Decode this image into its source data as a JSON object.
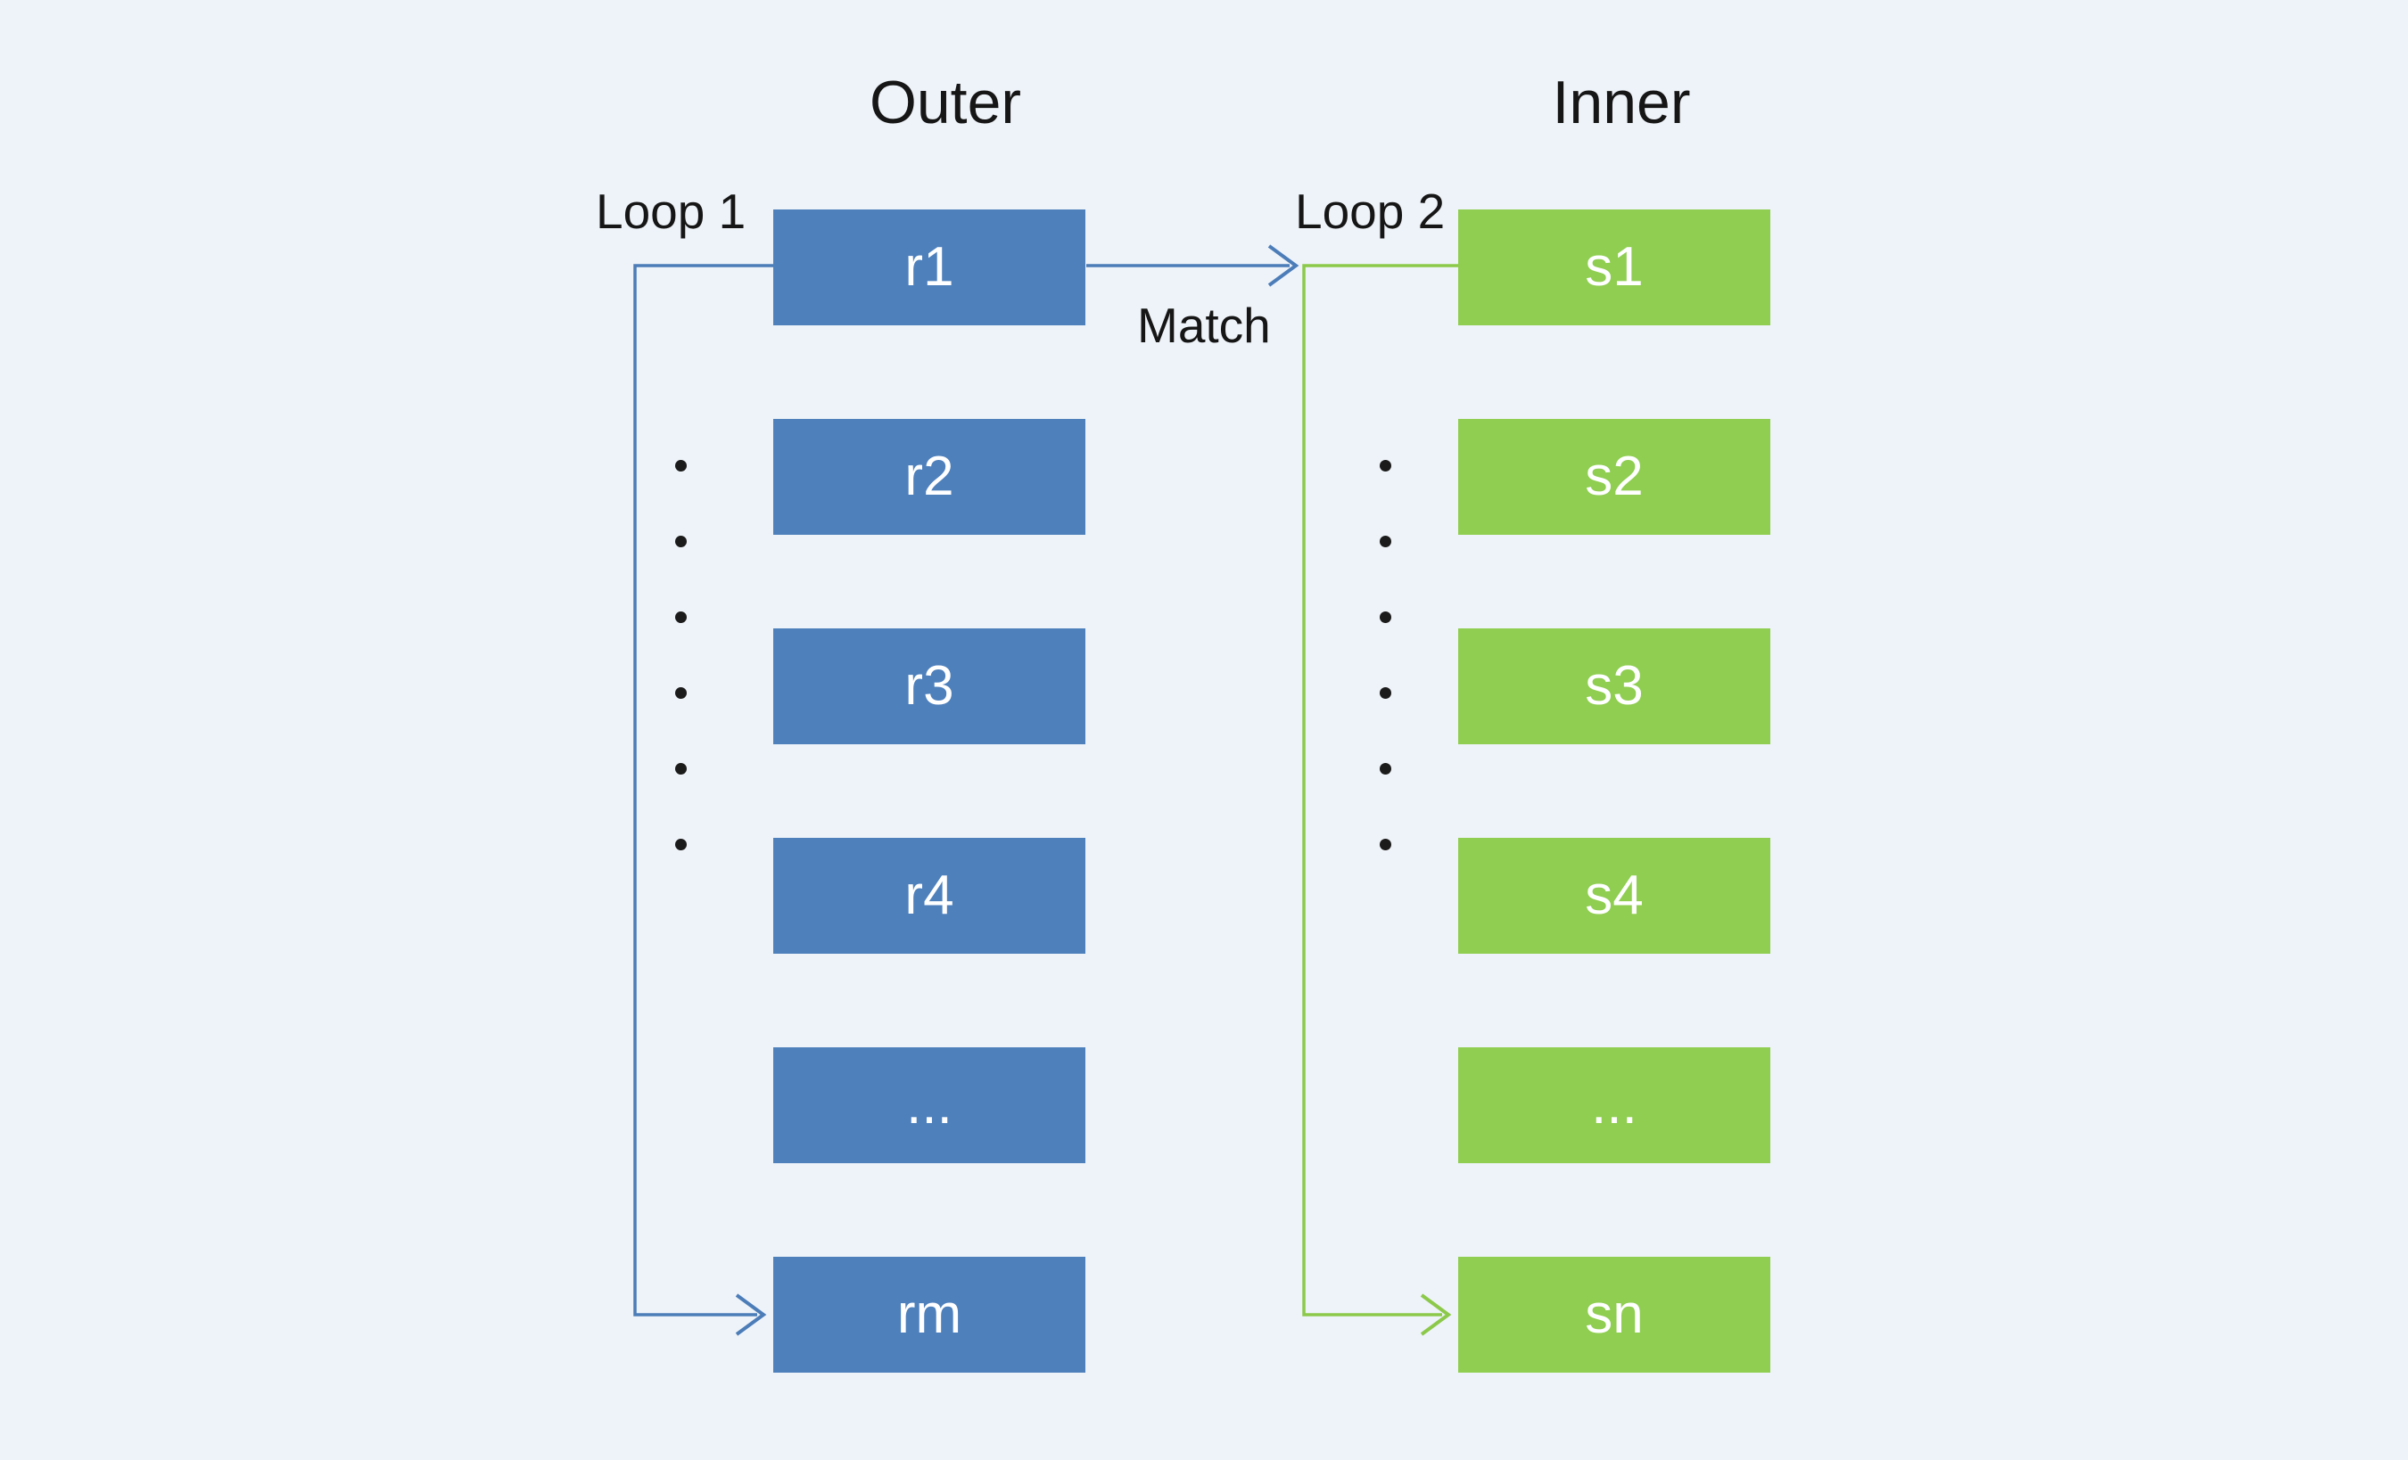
{
  "background": "#eef3f9",
  "text_color": "#161616",
  "box_text_color": "#ffffff",
  "match_label": "Match",
  "outer": {
    "title": "Outer",
    "loop_label": "Loop 1",
    "box_color": "#4e80bc",
    "line_color": "#4c7db8",
    "boxes": [
      "r1",
      "r2",
      "r3",
      "r4",
      "...",
      "rm"
    ]
  },
  "inner": {
    "title": "Inner",
    "loop_label": "Loop 2",
    "box_color": "#8fce50",
    "line_color": "#8cc94a",
    "boxes": [
      "s1",
      "s2",
      "s3",
      "s4",
      "...",
      "sn"
    ]
  },
  "dots": {
    "count": 6,
    "color": "#1b1b1b"
  }
}
